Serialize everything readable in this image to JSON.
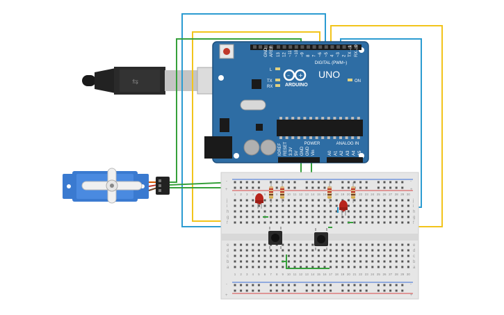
{
  "arduino": {
    "brand": "ARDUINO",
    "model": "UNO",
    "digital_header": "DIGITAL (PWM~)",
    "analog_header": "ANALOG IN",
    "power_header": "POWER",
    "on_label": "ON",
    "led_l": "L",
    "led_tx": "TX",
    "led_rx": "RX",
    "aref": "AREF",
    "gnd_top": "GND",
    "digital_pins": [
      "13",
      "12",
      "~11",
      "~10",
      "~9",
      "8",
      "7",
      "~6",
      "~5",
      "4",
      "~3",
      "2",
      "TX→1",
      "RX←0"
    ],
    "power_pins": [
      "IOREF",
      "RESET",
      "3.3V",
      "5V",
      "GND",
      "GND",
      "Vin"
    ],
    "analog_pins": [
      "A0",
      "A1",
      "A2",
      "A3",
      "A4",
      "A5"
    ]
  },
  "breadboard": {
    "col_numbers": [
      "1",
      "2",
      "3",
      "4",
      "5",
      "6",
      "7",
      "8",
      "9",
      "10",
      "11",
      "12",
      "13",
      "14",
      "15",
      "16",
      "17",
      "18",
      "19",
      "20",
      "21",
      "22",
      "23",
      "24",
      "25",
      "26",
      "27",
      "28",
      "29",
      "30"
    ],
    "rows_top": [
      "j",
      "i",
      "h",
      "g",
      "f"
    ],
    "rows_bottom": [
      "e",
      "d",
      "c",
      "b",
      "a"
    ],
    "plus": "+",
    "minus": "-"
  },
  "colors": {
    "board": "#2e6da4",
    "board_dark": "#1d4f7c",
    "wire_blue": "#2b9bd1",
    "wire_yellow": "#f2c41b",
    "wire_green": "#35a03a",
    "rail_red": "#d64545",
    "rail_blue": "#3b6fd6",
    "led_red": "#b8241c",
    "servo_blue": "#3a7ad0"
  },
  "icons": {
    "usb": "usb-cable-icon",
    "servo": "servo-motor-icon",
    "button": "pushbutton-icon",
    "led": "led-icon",
    "resistor": "resistor-icon"
  }
}
